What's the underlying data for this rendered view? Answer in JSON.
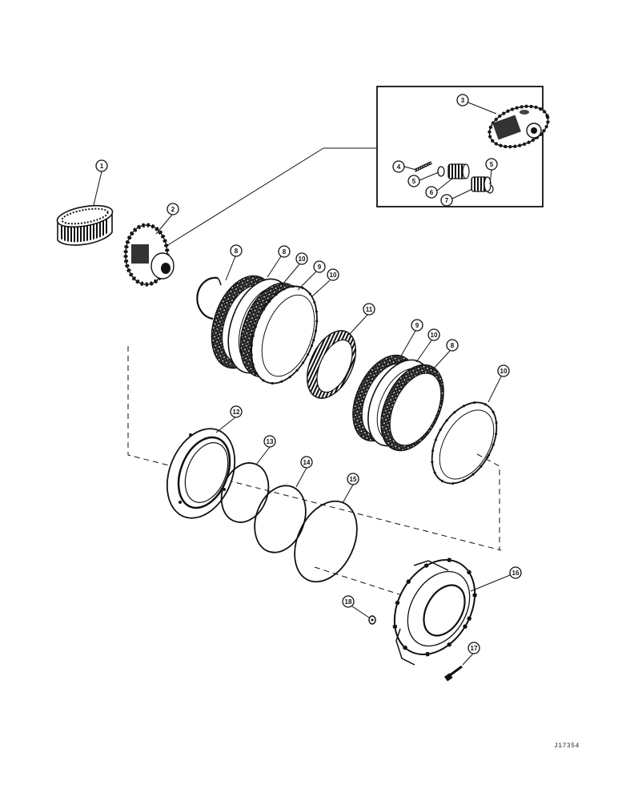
{
  "drawing_number": "J17354",
  "callouts": [
    {
      "id": "ring-gear",
      "label": "1"
    },
    {
      "id": "planet-carrier",
      "label": "2"
    },
    {
      "id": "carrier-detail",
      "label": "3"
    },
    {
      "id": "pin",
      "label": "4"
    },
    {
      "id": "washer-left",
      "label": "5"
    },
    {
      "id": "washer-right",
      "label": "5"
    },
    {
      "id": "bearing",
      "label": "6"
    },
    {
      "id": "planet-gear",
      "label": "7"
    },
    {
      "id": "snap-ring",
      "label": "8"
    },
    {
      "id": "friction-disc-a",
      "label": "8"
    },
    {
      "id": "separator-plate-a",
      "label": "10"
    },
    {
      "id": "friction-disc-b",
      "label": "9"
    },
    {
      "id": "separator-plate-b",
      "label": "10"
    },
    {
      "id": "hub-ring",
      "label": "11"
    },
    {
      "id": "friction-disc-c",
      "label": "9"
    },
    {
      "id": "separator-plate-c",
      "label": "10"
    },
    {
      "id": "friction-disc-d",
      "label": "8"
    },
    {
      "id": "end-plate",
      "label": "10"
    },
    {
      "id": "piston",
      "label": "12"
    },
    {
      "id": "seal-small",
      "label": "13"
    },
    {
      "id": "seal-medium",
      "label": "14"
    },
    {
      "id": "seal-large",
      "label": "15"
    },
    {
      "id": "housing",
      "label": "16"
    },
    {
      "id": "bolt",
      "label": "17"
    },
    {
      "id": "plug",
      "label": "18"
    }
  ]
}
